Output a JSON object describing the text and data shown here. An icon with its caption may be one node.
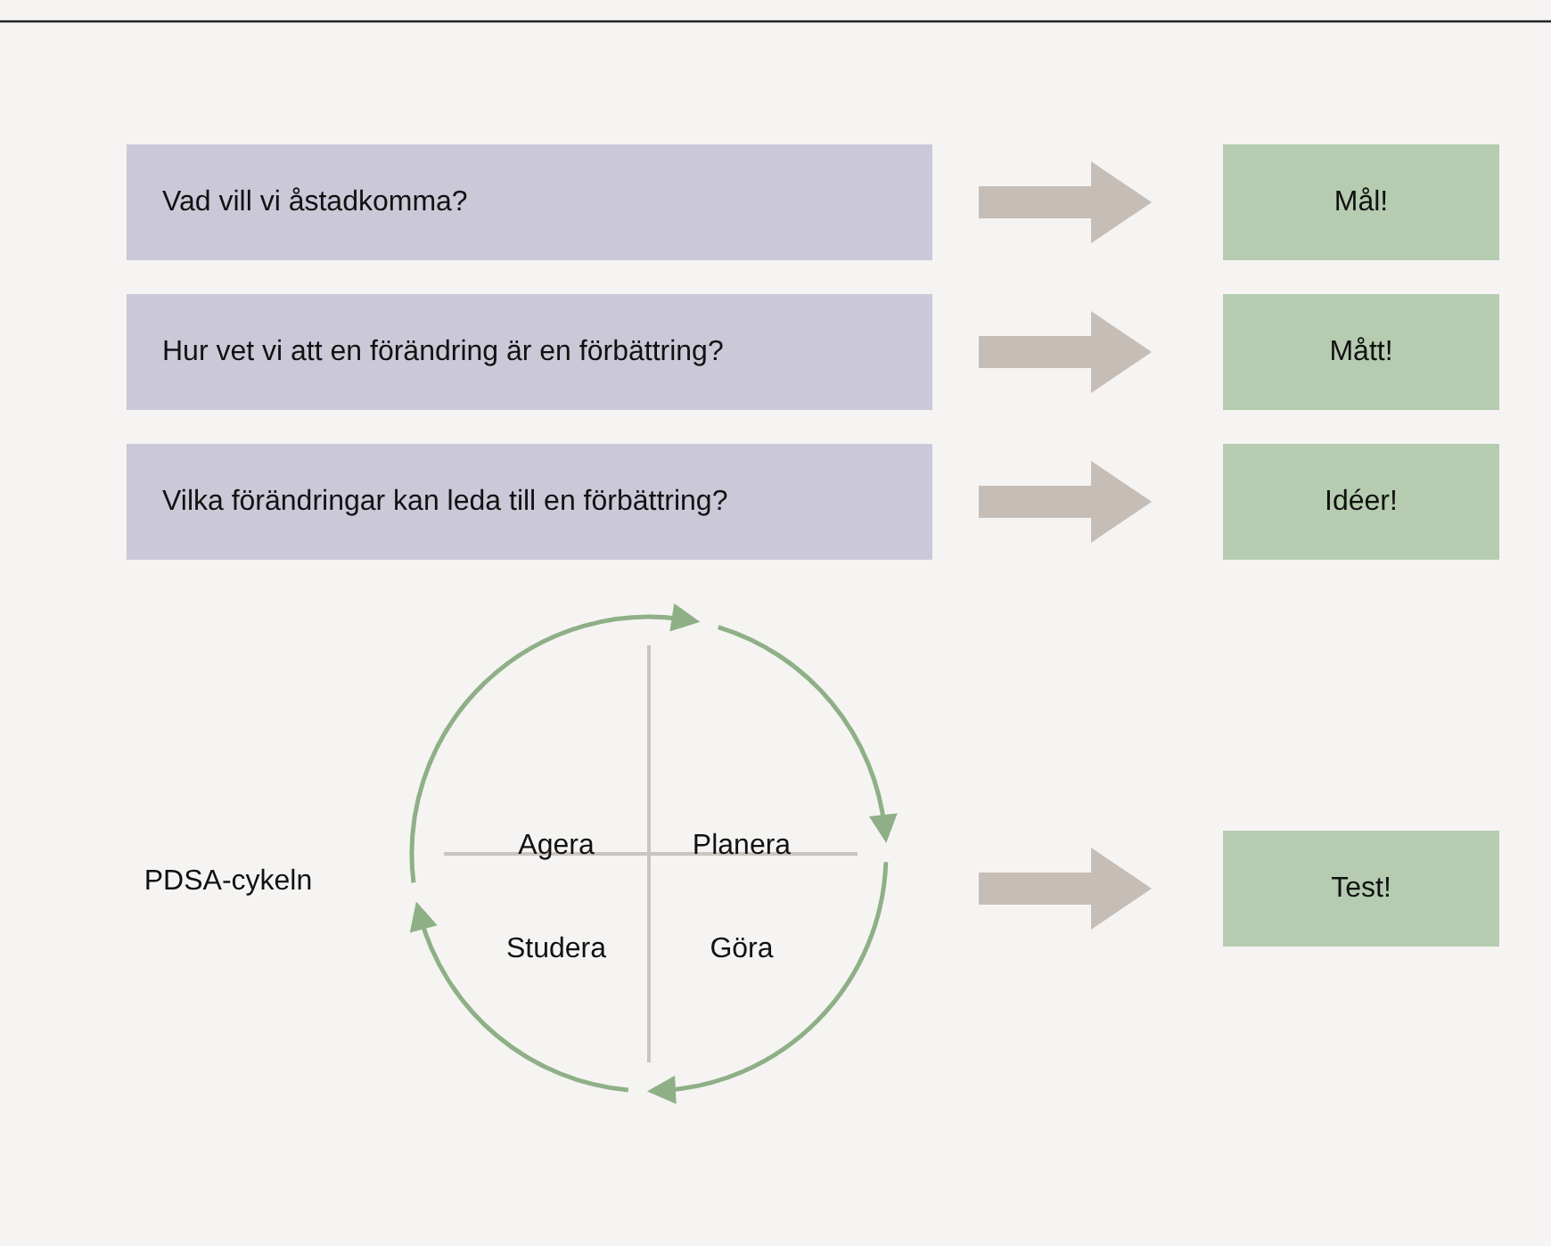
{
  "diagram": {
    "nodes": [
      {
        "text": [
          "Vad vill vi åstadkomma?"
        ]
      },
      {
        "text": [
          "Mål!"
        ]
      },
      {
        "text": [
          "Hur vet vi att en förändring är en förbättring?"
        ]
      },
      {
        "text": [
          "Mått!"
        ]
      },
      {
        "text": [
          "Vilka förändringar kan leda till en förbättring?"
        ]
      },
      {
        "text": [
          "Idéer!"
        ]
      },
      {
        "text": [],
        "shape": "circle"
      },
      {
        "text": [
          "Test!"
        ]
      }
    ],
    "edges": [
      {
        "from": 0,
        "to": 1,
        "arrow": "to"
      },
      {
        "from": 2,
        "to": 3,
        "arrow": "to"
      },
      {
        "from": 4,
        "to": 5,
        "arrow": "to"
      },
      {
        "from": 6,
        "to": 7,
        "arrow": "to"
      }
    ],
    "labels": [
      "PDSA-cykeln",
      "Agera",
      "Planera",
      "Studera",
      "Göra"
    ]
  }
}
